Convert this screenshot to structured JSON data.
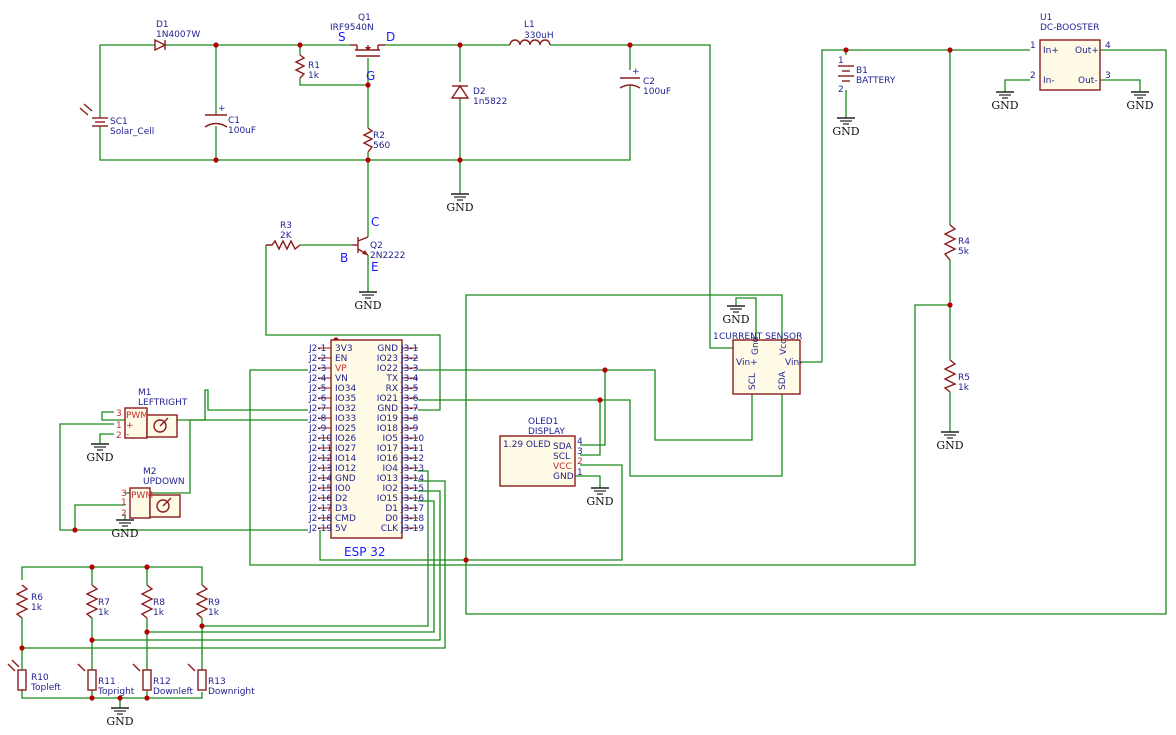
{
  "components": {
    "D1": {
      "ref": "D1",
      "value": "1N4007W"
    },
    "Q1": {
      "ref": "Q1",
      "value": "IRF9540N",
      "s": "S",
      "d": "D",
      "g": "G"
    },
    "L1": {
      "ref": "L1",
      "value": "330uH"
    },
    "U1": {
      "ref": "U1",
      "value": "DC-BOOSTER",
      "in_plus": "In+",
      "in_minus": "In-",
      "out_plus": "Out+",
      "out_minus": "Out-",
      "p1": "1",
      "p2": "2",
      "p3": "3",
      "p4": "4"
    },
    "SC1": {
      "ref": "SC1",
      "value": "Solar_Cell"
    },
    "C1": {
      "ref": "C1",
      "value": "100uF"
    },
    "R1": {
      "ref": "R1",
      "value": "1k"
    },
    "R2": {
      "ref": "R2",
      "value": "560"
    },
    "D2": {
      "ref": "D2",
      "value": "1n5822"
    },
    "C2": {
      "ref": "C2",
      "value": "100uF"
    },
    "B1": {
      "ref": "B1",
      "value": "BATTERY",
      "p1": "1",
      "p2": "2"
    },
    "R3": {
      "ref": "R3",
      "value": "2K"
    },
    "Q2": {
      "ref": "Q2",
      "value": "2N2222",
      "c": "C",
      "b": "B",
      "e": "E"
    },
    "R4": {
      "ref": "R4",
      "value": "5k"
    },
    "R5": {
      "ref": "R5",
      "value": "1k"
    },
    "CS": {
      "ref": "1",
      "value": "CURRENT SENSOR",
      "gnd": "Gnd",
      "vcc": "Vcc",
      "vinp": "Vin+",
      "vinm": "Vin-",
      "scl": "SCL",
      "sda": "SDA"
    },
    "M1": {
      "ref": "M1",
      "value": "LEFTRIGHT",
      "pwm": "PWM",
      "p1": "1",
      "p2": "2",
      "p3": "3",
      "plus": "+",
      "minus": "-"
    },
    "M2": {
      "ref": "M2",
      "value": "UPDOWN",
      "pwm": "PWM",
      "p1": "1",
      "p2": "2",
      "p3": "3",
      "plus": "+",
      "minus": "-"
    },
    "OLED1": {
      "ref": "OLED1",
      "value": "DISPLAY",
      "sub": "1.29 OLED",
      "sda": "SDA",
      "scl": "SCL",
      "vcc": "VCC",
      "gnd": "GND",
      "p1": "1",
      "p2": "2",
      "p3": "3",
      "p4": "4"
    },
    "ESP": {
      "title": "ESP 32"
    },
    "R6": {
      "ref": "R6",
      "value": "1k"
    },
    "R7": {
      "ref": "R7",
      "value": "1k"
    },
    "R8": {
      "ref": "R8",
      "value": "1k"
    },
    "R9": {
      "ref": "R9",
      "value": "1k"
    },
    "R10": {
      "ref": "R10",
      "value": "Topleft"
    },
    "R11": {
      "ref": "R11",
      "value": "Topright"
    },
    "R12": {
      "ref": "R12",
      "value": "Downleft"
    },
    "R13": {
      "ref": "R13",
      "value": "Downright"
    }
  },
  "gnd_label": "GND",
  "esp_left_pins": [
    {
      "num": "J2-1",
      "name": "3V3"
    },
    {
      "num": "J2-2",
      "name": "EN"
    },
    {
      "num": "J2-3",
      "name": "VP",
      "red": true
    },
    {
      "num": "J2-4",
      "name": "VN"
    },
    {
      "num": "J2-5",
      "name": "IO34"
    },
    {
      "num": "J2-6",
      "name": "IO35"
    },
    {
      "num": "J2-7",
      "name": "IO32"
    },
    {
      "num": "J2-8",
      "name": "IO33"
    },
    {
      "num": "J2-9",
      "name": "IO25"
    },
    {
      "num": "J2-10",
      "name": "IO26"
    },
    {
      "num": "J2-11",
      "name": "IO27"
    },
    {
      "num": "J2-12",
      "name": "IO14"
    },
    {
      "num": "J2-13",
      "name": "IO12"
    },
    {
      "num": "J2-14",
      "name": "GND"
    },
    {
      "num": "J2-15",
      "name": "IO0"
    },
    {
      "num": "J2-16",
      "name": "D2"
    },
    {
      "num": "J2-17",
      "name": "D3"
    },
    {
      "num": "J2-18",
      "name": "CMD"
    },
    {
      "num": "J2-19",
      "name": "5V"
    }
  ],
  "esp_right_pins": [
    {
      "num": "J3-1",
      "name": "GND"
    },
    {
      "num": "J3-2",
      "name": "IO23"
    },
    {
      "num": "J3-3",
      "name": "IO22"
    },
    {
      "num": "J3-4",
      "name": "TX"
    },
    {
      "num": "J3-5",
      "name": "RX"
    },
    {
      "num": "J3-6",
      "name": "IO21"
    },
    {
      "num": "J3-7",
      "name": "GND"
    },
    {
      "num": "J3-8",
      "name": "IO19"
    },
    {
      "num": "J3-9",
      "name": "IO18"
    },
    {
      "num": "J3-10",
      "name": "IO5"
    },
    {
      "num": "J3-11",
      "name": "IO17"
    },
    {
      "num": "J3-12",
      "name": "IO16"
    },
    {
      "num": "J3-13",
      "name": "IO4"
    },
    {
      "num": "J3-14",
      "name": "IO13"
    },
    {
      "num": "J3-15",
      "name": "IO2"
    },
    {
      "num": "J3-16",
      "name": "IO15"
    },
    {
      "num": "J3-17",
      "name": "D1"
    },
    {
      "num": "J3-18",
      "name": "D0"
    },
    {
      "num": "J3-19",
      "name": "CLK"
    }
  ]
}
